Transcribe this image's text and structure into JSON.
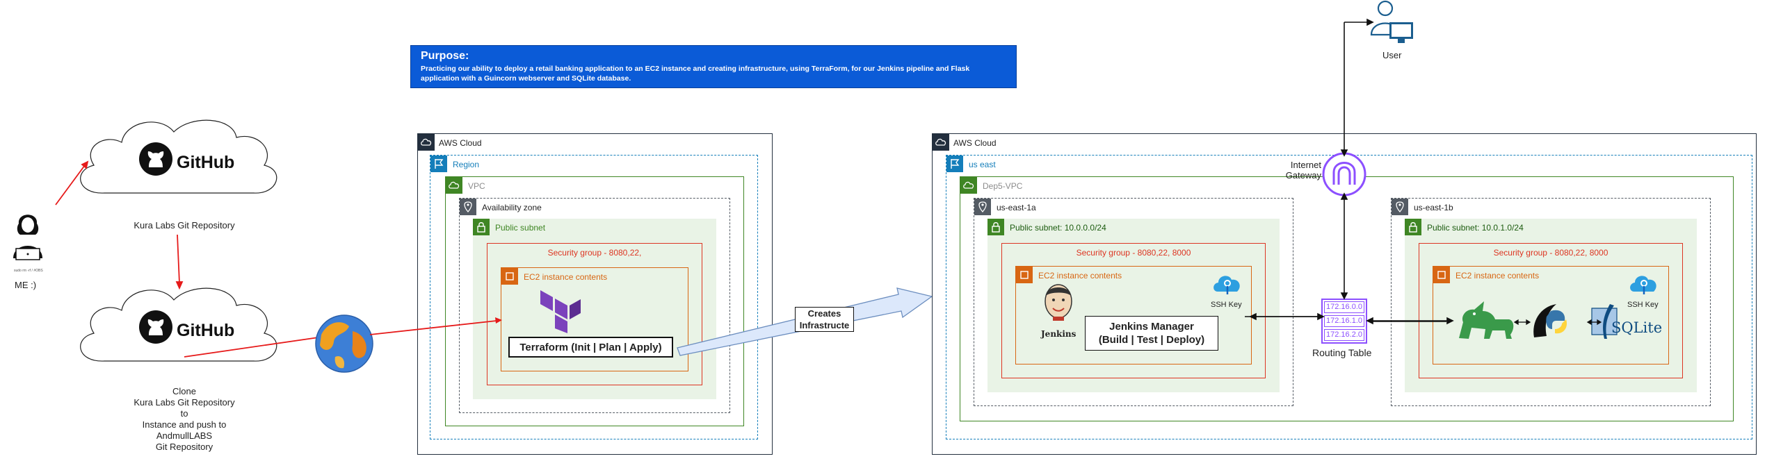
{
  "purpose": {
    "title": "Purpose:",
    "text": "Practicing our ability to deploy a retail banking application to an EC2 instance and creating infrastructure, using TerraForm, for our Jenkins pipeline and Flask application with a Guincorn webserver and SQLite database."
  },
  "left": {
    "github_brand": "GitHub",
    "repo1_label": "Kura Labs Git Repository",
    "repo2_lines": [
      "Clone",
      "Kura Labs Git Repository",
      "to",
      "Instance and push to",
      "AndmullLABS",
      "Git Repository"
    ],
    "me_label": "ME :)",
    "person_caption": "sudo rm -rf / #OBS"
  },
  "aws1": {
    "cloud": "AWS Cloud",
    "region": "Region",
    "vpc": "VPC",
    "az": "Availability zone",
    "subnet": "Public subnet",
    "sg": "Security group - 8080,22,",
    "ec2": "EC2 instance contents",
    "terraform_btn": "Terraform (Init | Plan | Apply)"
  },
  "creates_label_lines": [
    "Creates",
    "Infrastructe"
  ],
  "aws2": {
    "cloud": "AWS Cloud",
    "region": "us east",
    "vpc": "Dep5-VPC",
    "gateway_lines": [
      "Internet",
      "Gateway"
    ],
    "user": "User",
    "az_a": "us-east-1a",
    "az_b": "us-east-1b",
    "subnet_a": "Public subnet: 10.0.0.0/24",
    "subnet_b": "Public subnet: 10.0.1.0/24",
    "sg_a": "Security group - 8080,22, 8000",
    "sg_b": "Security group - 8080,22, 8000",
    "ec2_a": "EC2 instance contents",
    "ec2_b": "EC2 instance contents",
    "ssh_a": "SSH Key",
    "ssh_b": "SSH Key",
    "jenkins_word": "Jenkins",
    "jenkins_manager_lines": [
      "Jenkins Manager",
      "(Build | Test | Deploy)"
    ],
    "sqlite_word": "SQLite",
    "routes": [
      "172.16.0.0",
      "172.16.1.0",
      "172.16.2.0"
    ],
    "routing_label": "Routing Table"
  },
  "colors": {
    "purpose_bg": "#0b5bd7",
    "arrow_red": "#e61a1a",
    "region_blue": "#147eba",
    "vpc_green": "#3f8624",
    "sg_red": "#dd3522",
    "ec2_orange": "#d86613",
    "subnet_fill": "#e9f3e6",
    "gateway_purple": "#8c4fff",
    "terraform_purple": "#7b42bc",
    "flask_green": "#3a9a4a"
  }
}
